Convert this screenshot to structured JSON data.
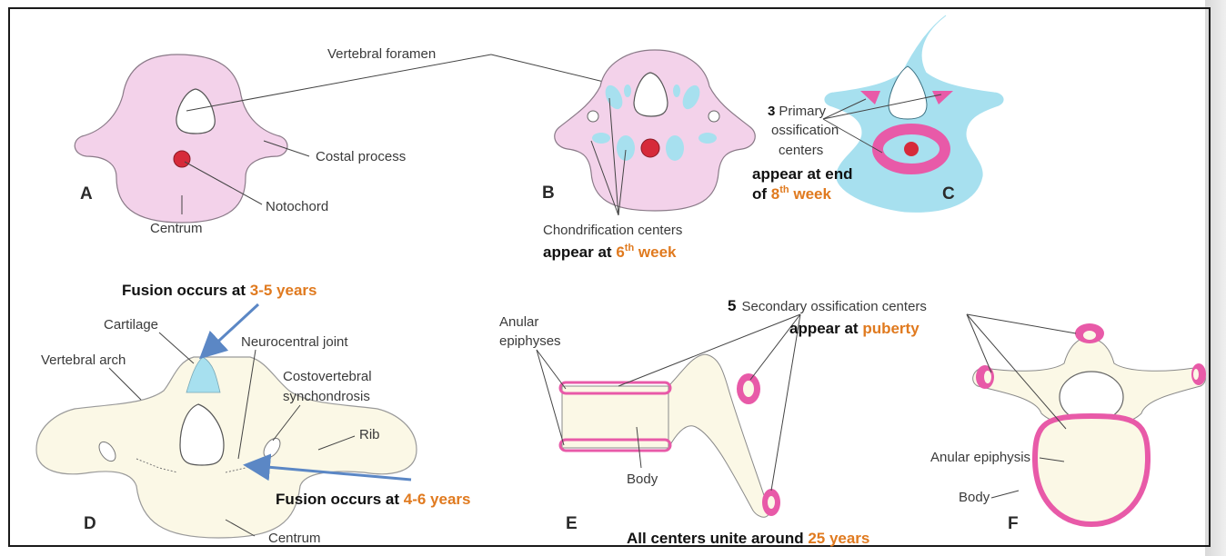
{
  "colors": {
    "cartilage_pink": "#f3d2ea",
    "ossification_blue": "#a7e0ef",
    "ossification_pink": "#e85aa8",
    "notochord_red": "#d62a3a",
    "bone_cream": "#fbf8e6",
    "emphasis_orange": "#e07a1f",
    "arrow_blue": "#5b87c5"
  },
  "panels": {
    "a": "A",
    "b": "B",
    "c": "C",
    "d": "D",
    "e": "E",
    "f": "F"
  },
  "labels": {
    "vertebral_foramen": "Vertebral foramen",
    "costal_process": "Costal process",
    "notochord": "Notochord",
    "centrum_a": "Centrum",
    "chondrification": "Chondrification centers",
    "primary_num": "3",
    "primary_1": "Primary",
    "primary_2": "ossification",
    "primary_3": "centers",
    "cartilage": "Cartilage",
    "vertebral_arch": "Vertebral arch",
    "neurocentral_joint": "Neurocentral joint",
    "costovertebral_1": "Costovertebral",
    "costovertebral_2": "synchondrosis",
    "rib": "Rib",
    "centrum_d": "Centrum",
    "anular_epiphyses_1": "Anular",
    "anular_epiphyses_2": "epiphyses",
    "body_e": "Body",
    "secondary_num": "5",
    "secondary": "Secondary ossification centers",
    "anular_epiphysis": "Anular epiphysis",
    "body_f": "Body"
  },
  "notes": {
    "week6_prefix": "appear at ",
    "week6_num": "6",
    "week6_sup": "th",
    "week6_suffix": " week",
    "week8_line1": "appear at end",
    "week8_prefix": "of ",
    "week8_num": "8",
    "week8_sup": "th",
    "week8_suffix": " week",
    "fusion_top_prefix": "Fusion occurs at ",
    "fusion_top_value": "3-5 years",
    "fusion_bottom_prefix": "Fusion occurs at ",
    "fusion_bottom_value": "4-6 years",
    "puberty_prefix": "appear at ",
    "puberty_value": "puberty",
    "unite_prefix": "All centers unite around ",
    "unite_value": "25 years"
  }
}
